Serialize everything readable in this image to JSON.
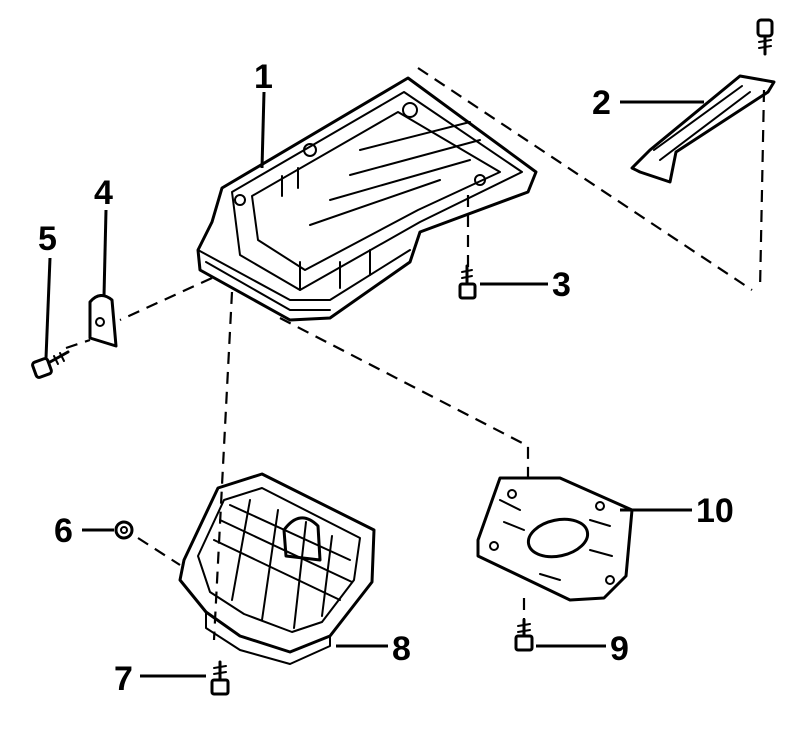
{
  "callouts": [
    {
      "id": "1",
      "text": "1"
    },
    {
      "id": "2",
      "text": "2"
    },
    {
      "id": "3",
      "text": "3"
    },
    {
      "id": "4",
      "text": "4"
    },
    {
      "id": "5",
      "text": "5"
    },
    {
      "id": "6",
      "text": "6"
    },
    {
      "id": "7",
      "text": "7"
    },
    {
      "id": "8",
      "text": "8"
    },
    {
      "id": "9",
      "text": "9"
    },
    {
      "id": "10",
      "text": "10"
    }
  ],
  "colors": {
    "ink": "#000000",
    "background": "#ffffff"
  }
}
